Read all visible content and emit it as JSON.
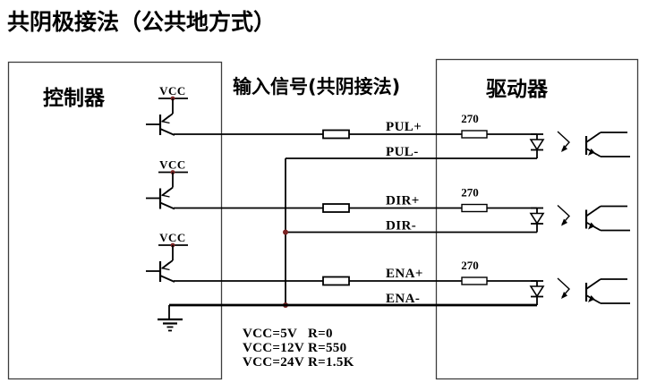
{
  "title": "共阴极接法（公共地方式）",
  "controller": {
    "label": "控制器",
    "vcc_label": "VCC"
  },
  "middle": {
    "header": "输入信号(共阴接法)"
  },
  "driver": {
    "label": "驱动器",
    "resistor_value": "270"
  },
  "signals": [
    {
      "plus": "PUL+",
      "minus": "PUL-"
    },
    {
      "plus": "DIR+",
      "minus": "DIR-"
    },
    {
      "plus": "ENA+",
      "minus": "ENA-"
    }
  ],
  "notes": [
    {
      "vcc": "VCC=5V",
      "r": "R=0"
    },
    {
      "vcc": "VCC=12V",
      "r": "R=550"
    },
    {
      "vcc": "VCC=24V",
      "r": "R=1.5K"
    }
  ],
  "colors": {
    "wire": "#000000",
    "box_border": "#3d3d3d",
    "junction_dot": "#7a2323"
  }
}
